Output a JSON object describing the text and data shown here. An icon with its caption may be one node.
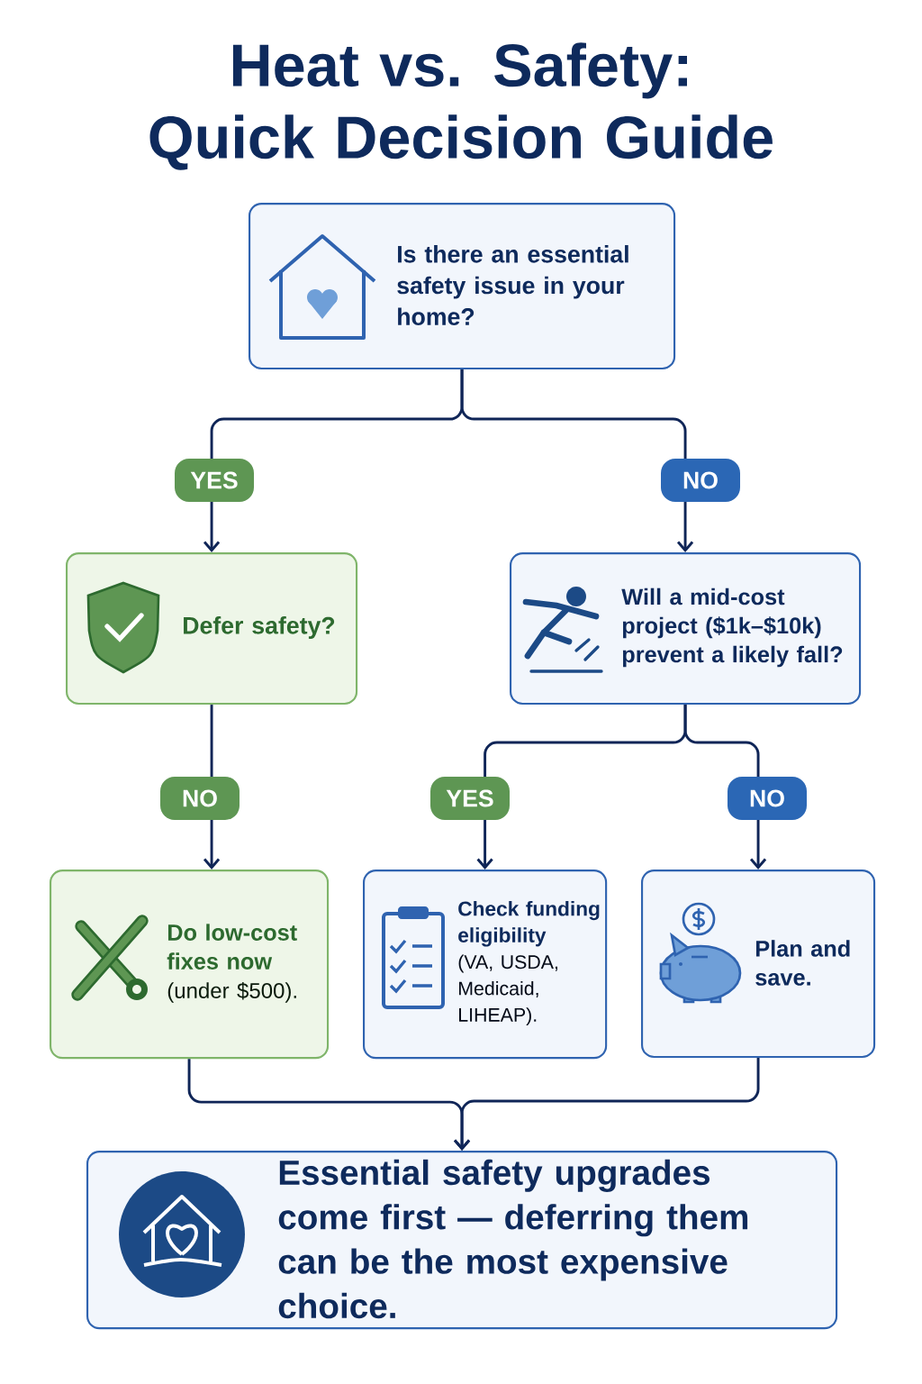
{
  "diagram": {
    "title": "Heat vs. Safety: Quick Decision Guide",
    "nodes": [
      {
        "text": [
          "Is there an essential safety issue in your home?"
        ]
      },
      {
        "text": [
          "Defer safety?"
        ]
      },
      {
        "text": [
          "Will a mid-cost project ($1k–$10k) prevent a likely fall?"
        ]
      },
      {
        "text": [
          "Do low-cost fixes now",
          "(under $500)."
        ]
      },
      {
        "text": [
          "Check funding eligibility",
          "(VA, USDA, Medicaid, LIHEAP)."
        ]
      },
      {
        "text": [
          "Plan and save."
        ]
      },
      {
        "text": [
          "Essential safety upgrades come first — deferring them can be the most expensive choice."
        ]
      }
    ],
    "edges": [
      {
        "from": 0,
        "to": 1,
        "arrow": "to",
        "label": "YES"
      },
      {
        "from": 0,
        "to": 2,
        "arrow": "to",
        "label": "NO"
      },
      {
        "from": 1,
        "to": 3,
        "arrow": "to",
        "label": "NO"
      },
      {
        "from": 2,
        "to": 4,
        "arrow": "to",
        "label": "YES"
      },
      {
        "from": 2,
        "to": 5,
        "arrow": "to",
        "label": "NO"
      },
      {
        "from": 3,
        "to": 6,
        "arrow": "to"
      },
      {
        "from": 5,
        "to": 6,
        "arrow": "to"
      }
    ]
  }
}
